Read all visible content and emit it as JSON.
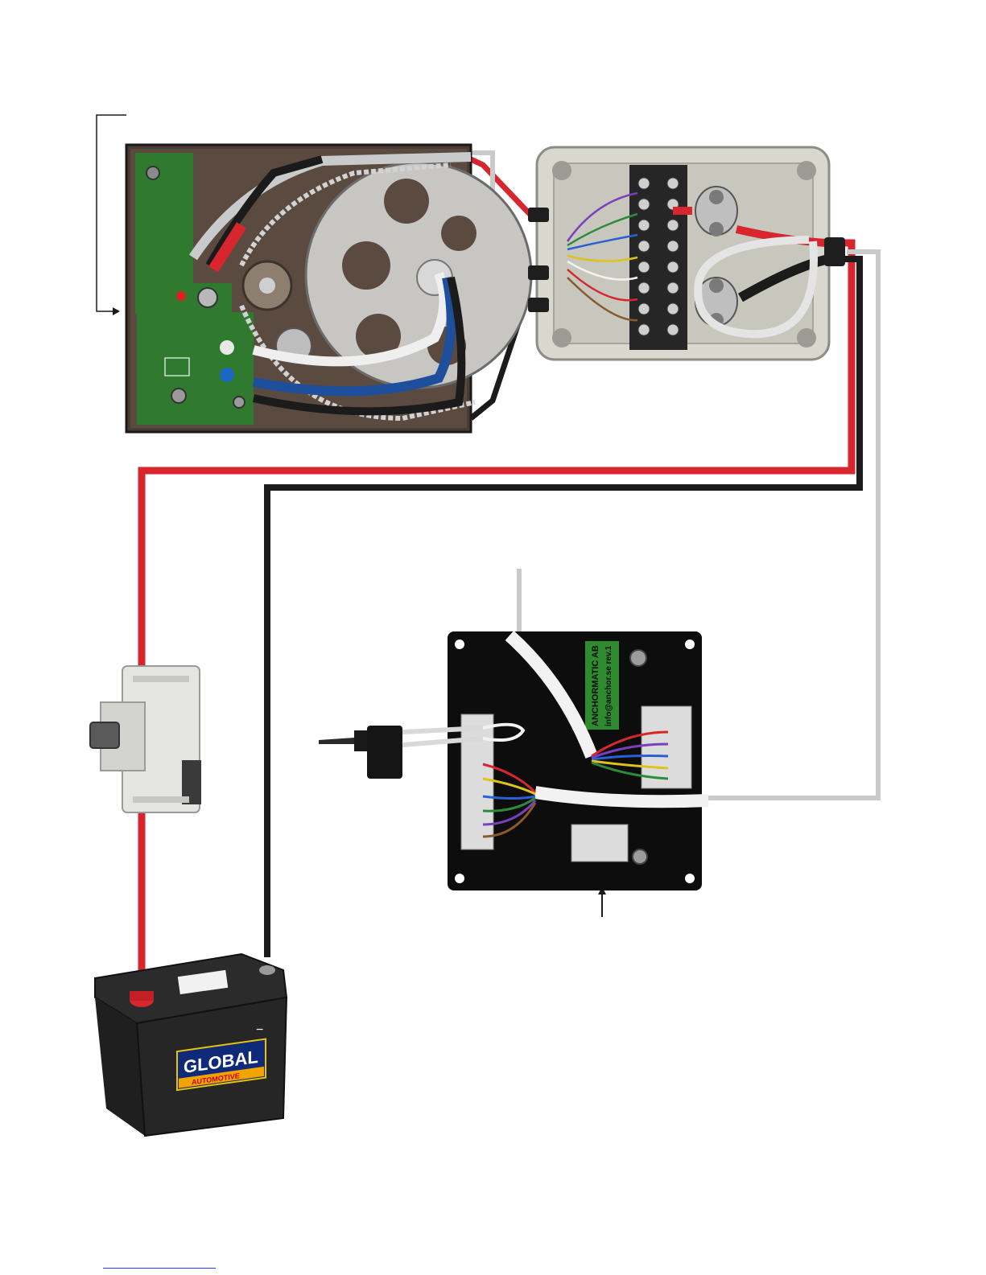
{
  "diagram": {
    "colors": {
      "positive_wire": "#d7262e",
      "negative_wire": "#1b1b1b",
      "signal_cable": "#c9cacc",
      "pcb_green": "#2f7a2e",
      "panel_black": "#0d0d0d"
    },
    "control_panel": {
      "label_line1": "ANCHORMATIC AB",
      "label_line2": "info@anchor.se rev.1"
    },
    "battery": {
      "brand": "GLOBAL",
      "subbrand": "AUTOMOTIVE",
      "negative_terminal": "−"
    },
    "components": [
      "anchor-winch-unit",
      "junction-box",
      "circuit-breaker",
      "battery",
      "control-panel",
      "toggle-switch"
    ]
  }
}
